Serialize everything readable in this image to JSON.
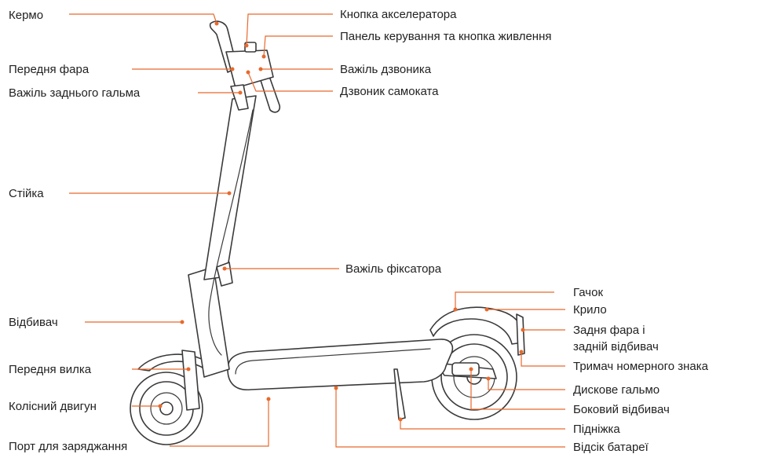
{
  "colors": {
    "leader": "#e8692c",
    "outline": "#3a3a3a",
    "text": "#222222",
    "background": "#ffffff"
  },
  "left_labels": {
    "handlebar": "Кермо",
    "headlight": "Передня фара",
    "rear_brake_lever": "Важіль заднього гальма",
    "stem": "Стійка",
    "front_reflector": "Відбивач",
    "front_fork": "Передня вилка",
    "hub_motor": "Колісний двигун",
    "charging_port": "Порт для заряджання"
  },
  "right_labels": {
    "throttle": "Кнопка акселератора",
    "dashboard": "Панель керування та кнопка живлення",
    "bell_lever": "Важіль дзвоника",
    "bell": "Дзвоник самоката",
    "folding_lever": "Важіль фіксатора",
    "hook": "Гачок",
    "fender": "Крило",
    "rear_light_line1": "Задня фара і",
    "rear_light_line2": "задній відбивач",
    "plate_holder": "Тримач номерного знака",
    "disc_brake": "Дискове гальмо",
    "side_reflector": "Боковий відбивач",
    "kickstand": "Підніжка",
    "battery": "Відсік батареї"
  }
}
